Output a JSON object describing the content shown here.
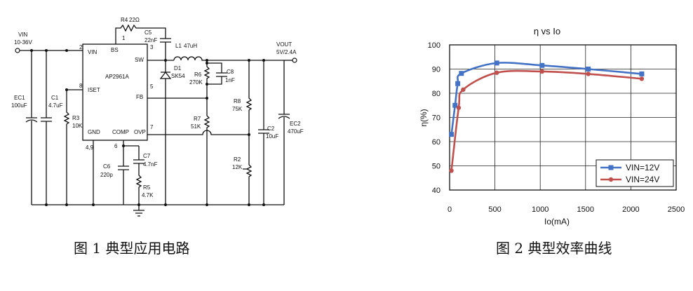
{
  "figure1": {
    "caption": "图 1  典型应用电路",
    "ic": {
      "name": "AP2961A",
      "pins": {
        "vin": "VIN",
        "bs": "BS",
        "sw": "SW",
        "iset": "ISET",
        "fb": "FB",
        "gnd": "GND",
        "comp": "COMP",
        "ovp": "OVP"
      },
      "pin_numbers": {
        "p1": "1",
        "p2": "2",
        "p3": "3",
        "p5": "5",
        "p6": "6",
        "p7": "7",
        "p8": "8",
        "p49": "4,9"
      }
    },
    "labels": {
      "vin": "VIN",
      "vin_range": "10-36V",
      "vout": "VOUT",
      "vout_spec": "5V/2.4A",
      "ec1": "EC1",
      "ec1_val": "100uF",
      "c1": "C1",
      "c1_val": "4.7uF",
      "r3": "R3",
      "r3_val": "10K",
      "r4": "R4",
      "r4_val": "22Ω",
      "c5": "C5",
      "c5_val": "22nF",
      "l1": "L1",
      "l1_val": "47uH",
      "d1": "D1",
      "d1_val": "SK54",
      "r6": "R6",
      "r6_val": "270K",
      "c8": "C8",
      "c8_val": "1nF",
      "r8": "R8",
      "r8_val": "75K",
      "r7": "R7",
      "r7_val": "51K",
      "r2": "R2",
      "r2_val": "12K",
      "c2": "C2",
      "c2_val": "10uF",
      "ec2": "EC2",
      "ec2_val": "470uF",
      "c7": "C7",
      "c7_val": "4.7nF",
      "c6": "C6",
      "c6_val": "220p",
      "r5": "R5",
      "r5_val": "4.7K"
    }
  },
  "figure2": {
    "caption": "图 2  典型效率曲线",
    "chart_data": {
      "type": "line",
      "title": "η vs Io",
      "xlabel": "Io(mA)",
      "ylabel": "η(%)",
      "xlim": [
        0,
        2500
      ],
      "ylim": [
        40,
        100
      ],
      "xticks": [
        "0",
        "500",
        "1000",
        "1500",
        "2000",
        "2500"
      ],
      "yticks": [
        "40",
        "50",
        "60",
        "70",
        "80",
        "90",
        "100"
      ],
      "grid": true,
      "legend_position": "bottom-right",
      "series": [
        {
          "name": "VIN=12V",
          "color": "#4472c4",
          "marker": "square",
          "x": [
            20,
            60,
            90,
            130,
            520,
            1020,
            1530,
            2120
          ],
          "y": [
            63,
            75,
            84,
            88.2,
            92.5,
            91.5,
            90,
            88
          ]
        },
        {
          "name": "VIN=24V",
          "color": "#c0504d",
          "marker": "circle",
          "x": [
            20,
            100,
            150,
            520,
            1020,
            1530,
            2120
          ],
          "y": [
            48,
            74,
            81.5,
            88.5,
            89,
            88,
            86
          ]
        }
      ]
    }
  }
}
